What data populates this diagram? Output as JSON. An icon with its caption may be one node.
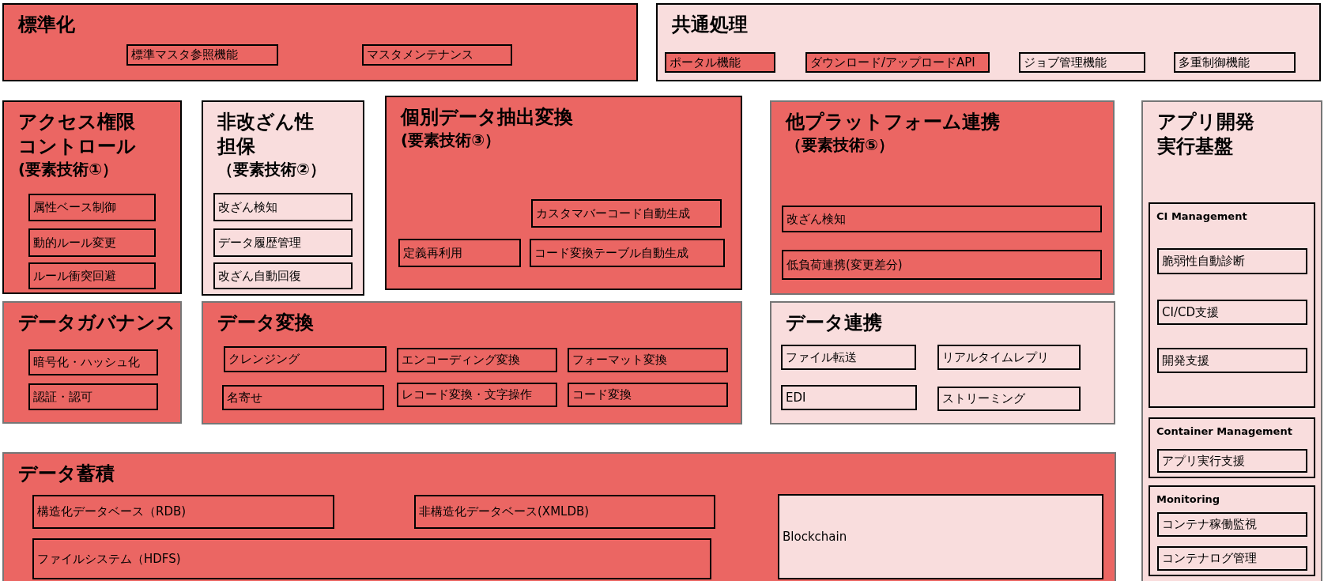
{
  "diagram": {
    "nodes": [
      {
        "text": [
          "標準化"
        ]
      },
      {
        "text": [
          "標準マスタ参照機能"
        ],
        "in": 0
      },
      {
        "text": [
          "マスタメンテナンス"
        ],
        "in": 0
      },
      {
        "text": [
          "共通処理"
        ]
      },
      {
        "text": [
          "ポータル機能"
        ],
        "in": 3
      },
      {
        "text": [
          "ダウンロード/アップロードAPI"
        ],
        "in": 3
      },
      {
        "text": [
          "ジョブ管理機能"
        ],
        "in": 3
      },
      {
        "text": [
          "多重制御機能"
        ],
        "in": 3
      },
      {
        "text": [
          "アクセス権限コントロール",
          "(要素技術①）"
        ]
      },
      {
        "text": [
          "属性ベース制御"
        ],
        "in": 8
      },
      {
        "text": [
          "動的ルール変更"
        ],
        "in": 8
      },
      {
        "text": [
          "ルール衝突回避"
        ],
        "in": 8
      },
      {
        "text": [
          "非改ざん性担保",
          "（要素技術②）"
        ]
      },
      {
        "text": [
          "改ざん検知"
        ],
        "in": 12
      },
      {
        "text": [
          "データ履歴管理"
        ],
        "in": 12
      },
      {
        "text": [
          "改ざん自動回復"
        ],
        "in": 12
      },
      {
        "text": [
          "個別データ抽出変換",
          "(要素技術③）"
        ]
      },
      {
        "text": [
          "カスタマバーコード自動生成"
        ],
        "in": 16
      },
      {
        "text": [
          "定義再利用"
        ],
        "in": 16
      },
      {
        "text": [
          "コード変換テーブル自動生成"
        ],
        "in": 16
      },
      {
        "text": [
          "他プラットフォーム連携",
          "（要素技術⑤）"
        ]
      },
      {
        "text": [
          "改ざん検知"
        ],
        "in": 20
      },
      {
        "text": [
          "低負荷連携(変更差分)"
        ],
        "in": 20
      },
      {
        "text": [
          "アプリ開発実行基盤"
        ]
      },
      {
        "text": [
          "CI Management"
        ],
        "in": 23
      },
      {
        "text": [
          "脆弱性自動診断"
        ],
        "in": 24
      },
      {
        "text": [
          "CI/CD支援"
        ],
        "in": 24
      },
      {
        "text": [
          "開発支援"
        ],
        "in": 24
      },
      {
        "text": [
          "Container Management"
        ],
        "in": 23
      },
      {
        "text": [
          "アプリ実行支援"
        ],
        "in": 28
      },
      {
        "text": [
          "Monitoring"
        ],
        "in": 23
      },
      {
        "text": [
          "コンテナ稼働監視"
        ],
        "in": 30
      },
      {
        "text": [
          "コンテナログ管理"
        ],
        "in": 30
      },
      {
        "text": [
          "データガバナンス"
        ]
      },
      {
        "text": [
          "暗号化・ハッシュ化"
        ],
        "in": 33
      },
      {
        "text": [
          "認証・認可"
        ],
        "in": 33
      },
      {
        "text": [
          "データ変換"
        ]
      },
      {
        "text": [
          "クレンジング"
        ],
        "in": 36
      },
      {
        "text": [
          "エンコーディング変換"
        ],
        "in": 36
      },
      {
        "text": [
          "フォーマット変換"
        ],
        "in": 36
      },
      {
        "text": [
          "名寄せ"
        ],
        "in": 36
      },
      {
        "text": [
          "レコード変換・文字操作"
        ],
        "in": 36
      },
      {
        "text": [
          "コード変換"
        ],
        "in": 36
      },
      {
        "text": [
          "データ連携"
        ]
      },
      {
        "text": [
          "ファイル転送"
        ],
        "in": 43
      },
      {
        "text": [
          "リアルタイムレプリ"
        ],
        "in": 43
      },
      {
        "text": [
          "EDI"
        ],
        "in": 43
      },
      {
        "text": [
          "ストリーミング"
        ],
        "in": 43
      },
      {
        "text": [
          "データ蓄積"
        ]
      },
      {
        "text": [
          "構造化データベース（RDB)"
        ],
        "in": 48
      },
      {
        "text": [
          "非構造化データベース(XMLDB)"
        ],
        "in": 48
      },
      {
        "text": [
          "ファイルシステム（HDFS)"
        ],
        "in": 48
      },
      {
        "text": [
          "Blockchain"
        ],
        "in": 48
      }
    ]
  }
}
